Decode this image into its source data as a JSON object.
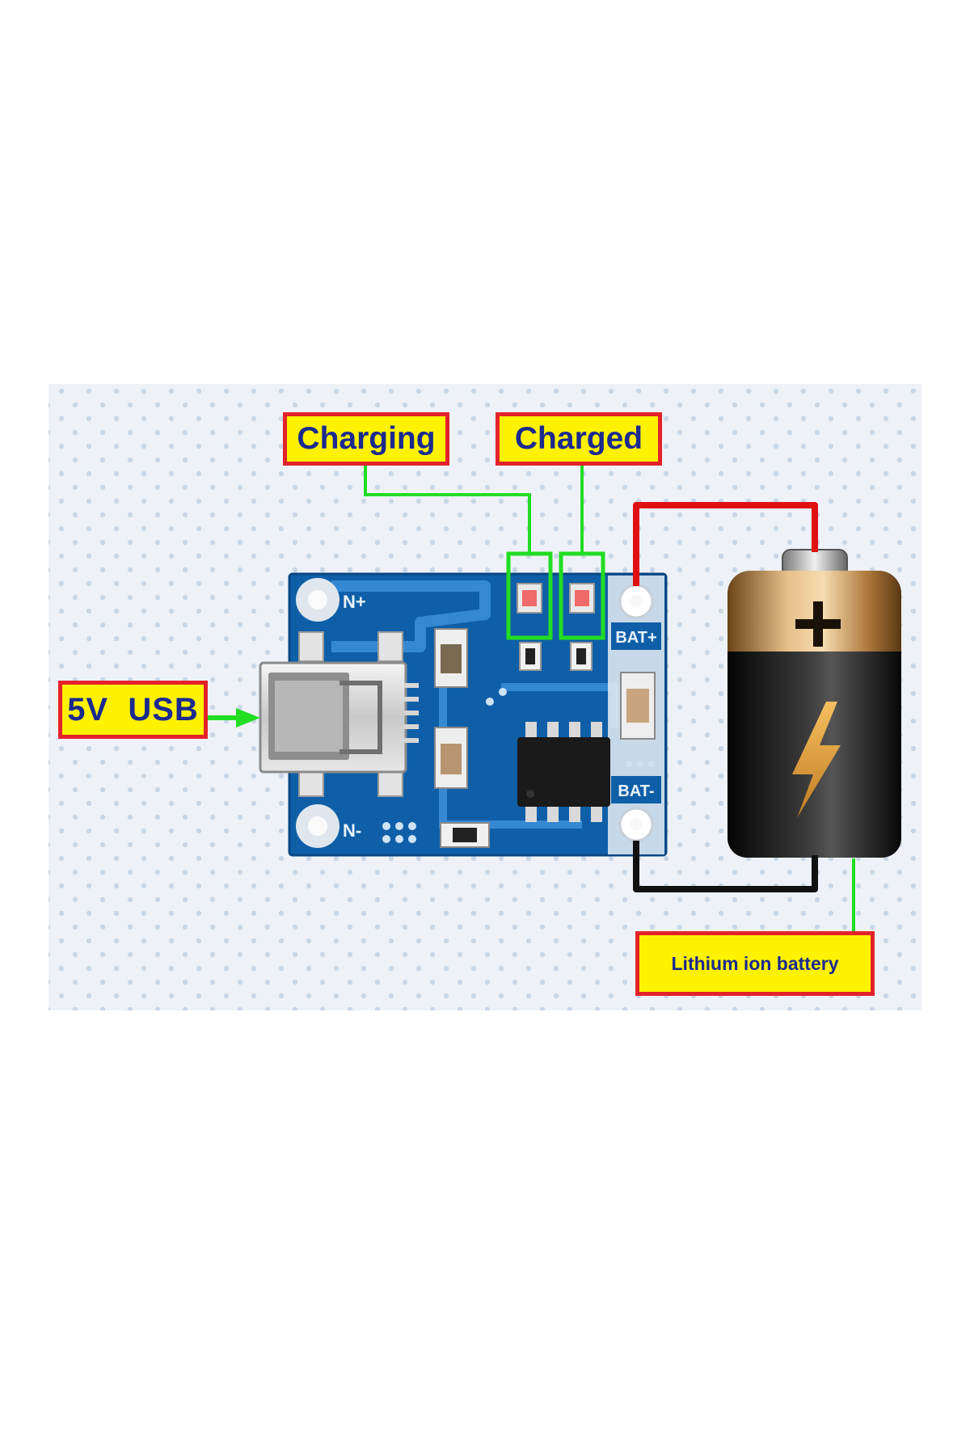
{
  "labels": {
    "charging": "Charging",
    "charged": "Charged",
    "usb_input": "5V  USB",
    "battery": "Lithium ion battery"
  },
  "board": {
    "pad_in_plus": "N+",
    "pad_in_minus": "N-",
    "pad_bat_plus": "BAT+",
    "pad_bat_minus": "BAT-"
  },
  "colors": {
    "callout_fill": "#fff200",
    "callout_border": "#e3222a",
    "callout_text": "#1b2a8f",
    "pointer_line": "#22dd22",
    "wire_positive": "#e01010",
    "wire_negative": "#111111",
    "pcb": "#0f5fa8"
  }
}
